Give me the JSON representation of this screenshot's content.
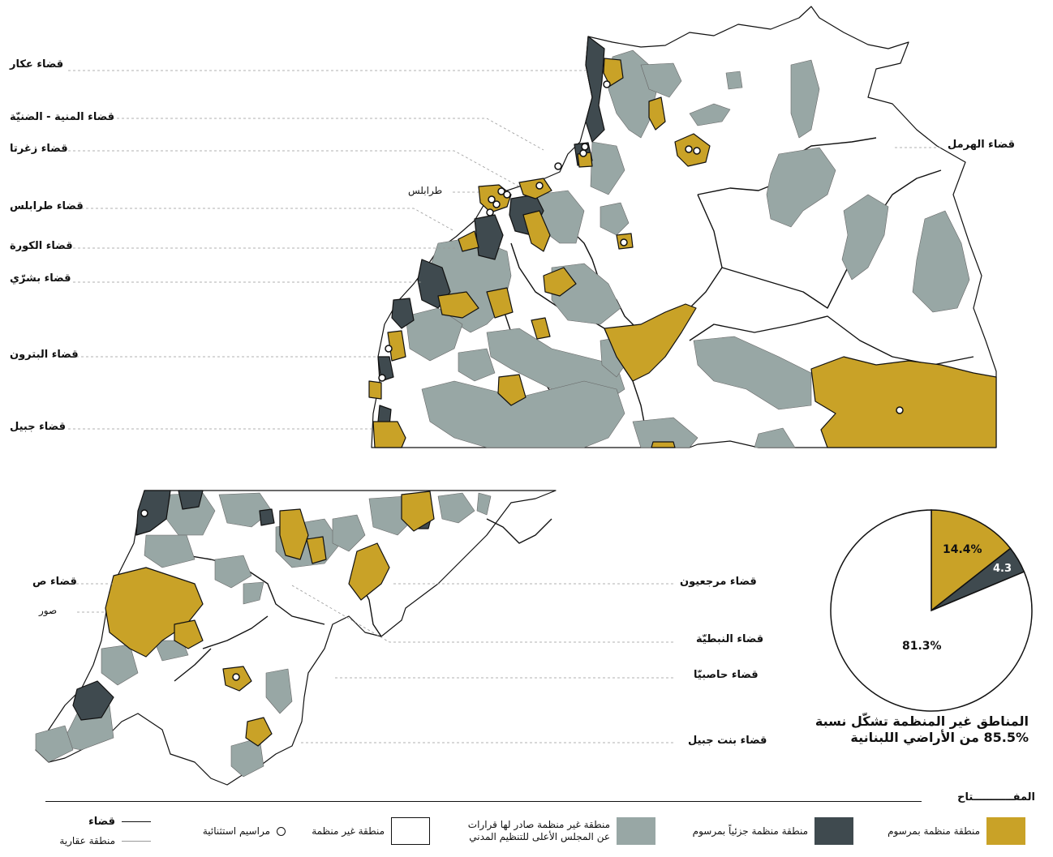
{
  "colors": {
    "organized": "#c9a227",
    "partially_organized": "#3f4a4f",
    "unorganized_with_decisions": "#98a7a5",
    "unorganized": "#ffffff",
    "border": "#111111"
  },
  "district_labels": {
    "akkar": "قضاء عكار",
    "minieh": "قضاء المنية - الضنيّة",
    "zgharta": "قضاء زغرتا",
    "tripoli": "قضاء طرابلس",
    "koura": "قضاء الكورة",
    "bcharre": "قضاء بشرّي",
    "batroun": "قضاء البترون",
    "jbeil": "قضاء جبيل",
    "hermel": "قضاء الهرمل",
    "tyre": "قضاء ص",
    "marjeyoun": "قضاء مرجعيون",
    "nabatieh": "قضاء النبطيّة",
    "hasbaya": "قضاء حاصبيّا",
    "bint_jbeil": "قضاء بنت جبيل"
  },
  "city_labels": {
    "tripoli": "طرابلس",
    "sour": "صور"
  },
  "pie": {
    "segments": [
      {
        "label": "14.4%",
        "value": 14.4,
        "color": "#c9a227"
      },
      {
        "label": "4.3",
        "value": 4.3,
        "color": "#3f4a4f"
      },
      {
        "label": "81.3%",
        "value": 81.3,
        "color": "#ffffff"
      }
    ],
    "caption_line1": "المناطق غير المنظمة تشكّل نسبة",
    "caption_line2": "85.5% من الأراضي اللبنانية"
  },
  "legend": {
    "title": "المفـــــــــــتاح",
    "organized": "منطقة منظمة بمرسوم",
    "partial": "منطقة منظمة جزئياً بمرسوم",
    "decisions_line1": "منطقة غير منظمة صادر لها قرارات",
    "decisions_line2": "عن المجلس الأعلى للتنظيم المدني",
    "unorganized": "منطقة غير منظمة",
    "decrees": "مراسيم استثنائية",
    "district": "قضاء",
    "cadastral": "منطقة عقارية"
  }
}
